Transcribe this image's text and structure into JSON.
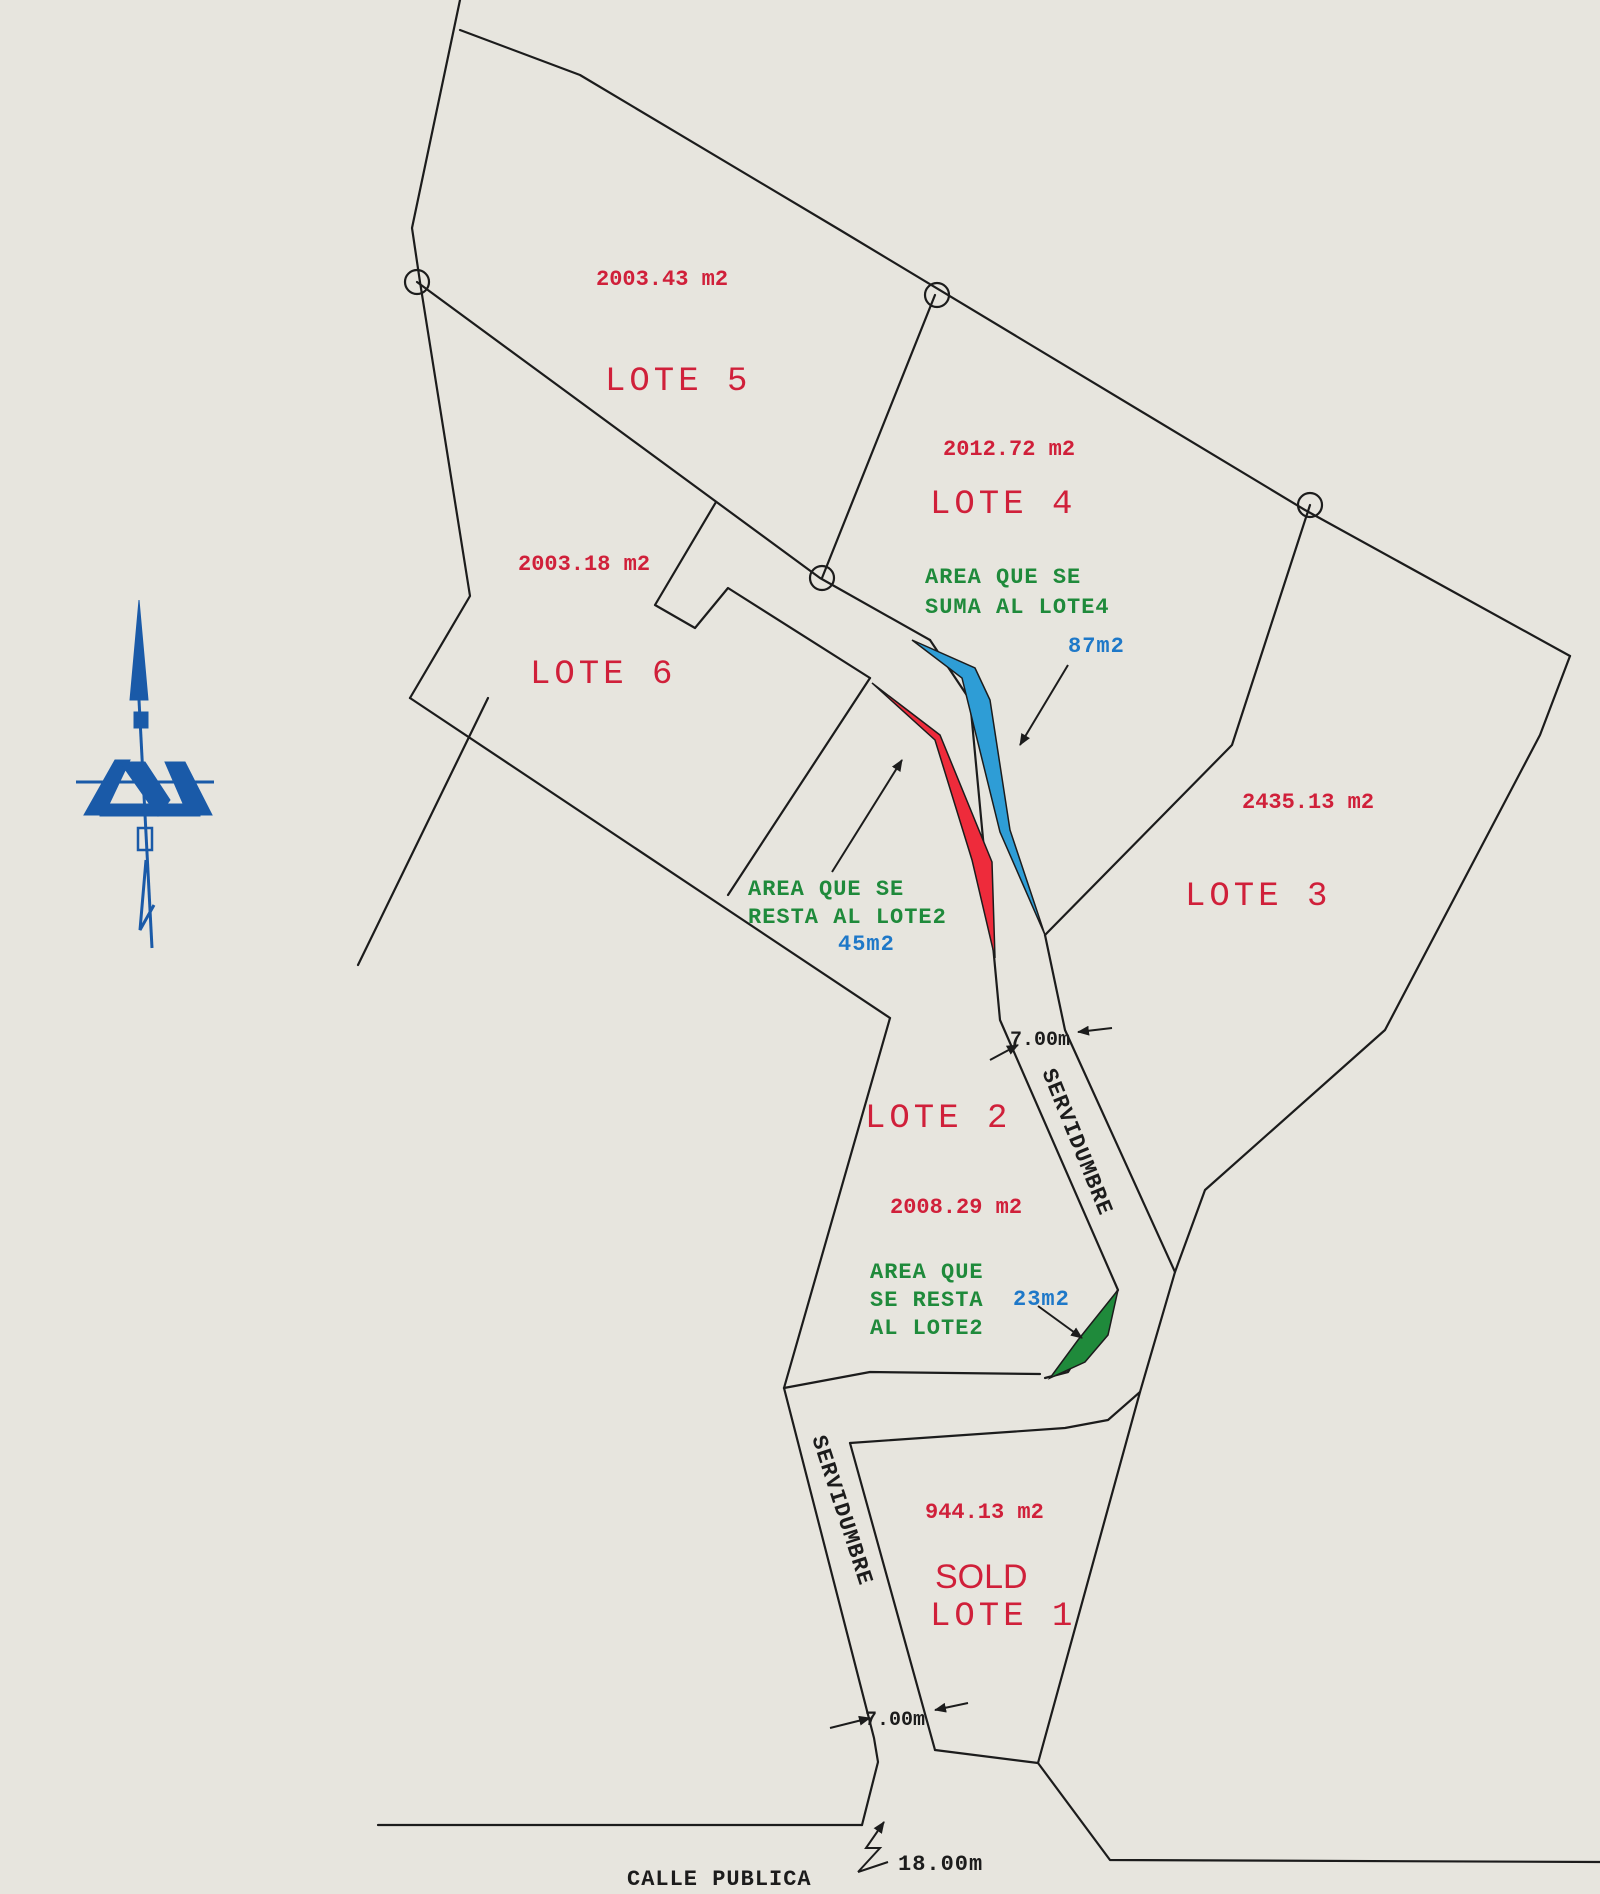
{
  "colors": {
    "line": "#1c1c1c",
    "lot_label": "#d0203a",
    "area_label": "#d0203a",
    "note_green": "#1f8a3b",
    "note_blue": "#1e78c8",
    "hatch_red": "#ee2b3b",
    "hatch_blue": "#2e9dd6",
    "hatch_green": "#1f8a3b",
    "north": "#1a5aa8"
  },
  "icons": {
    "north_arrow": "north-arrow-icon"
  },
  "lots": [
    {
      "id": "lote5",
      "name": "LOTE 5",
      "area": "2003.43 m2"
    },
    {
      "id": "lote4",
      "name": "LOTE 4",
      "area": "2012.72 m2"
    },
    {
      "id": "lote6",
      "name": "LOTE 6",
      "area": "2003.18 m2"
    },
    {
      "id": "lote3",
      "name": "LOTE 3",
      "area": "2435.13 m2"
    },
    {
      "id": "lote2",
      "name": "LOTE 2",
      "area": "2008.29 m2"
    },
    {
      "id": "lote1",
      "name": "LOTE 1",
      "area": "944.13 m2",
      "status": "SOLD"
    }
  ],
  "notes": {
    "add_lote4": {
      "line1": "AREA QUE SE",
      "line2": "SUMA AL LOTE4",
      "value": "87m2"
    },
    "sub_lote2_a": {
      "line1": "AREA QUE SE",
      "line2": "RESTA AL LOTE2",
      "value": "45m2"
    },
    "sub_lote2_b": {
      "line1": "AREA QUE",
      "line2": "SE RESTA",
      "line3": "AL LOTE2",
      "value": "23m2"
    }
  },
  "easement": {
    "label": "SERVIDUMBRE",
    "width_upper": "7.00m",
    "width_lower": "7.00m"
  },
  "street": {
    "label": "CALLE PUBLICA",
    "frontage": "18.00m"
  }
}
